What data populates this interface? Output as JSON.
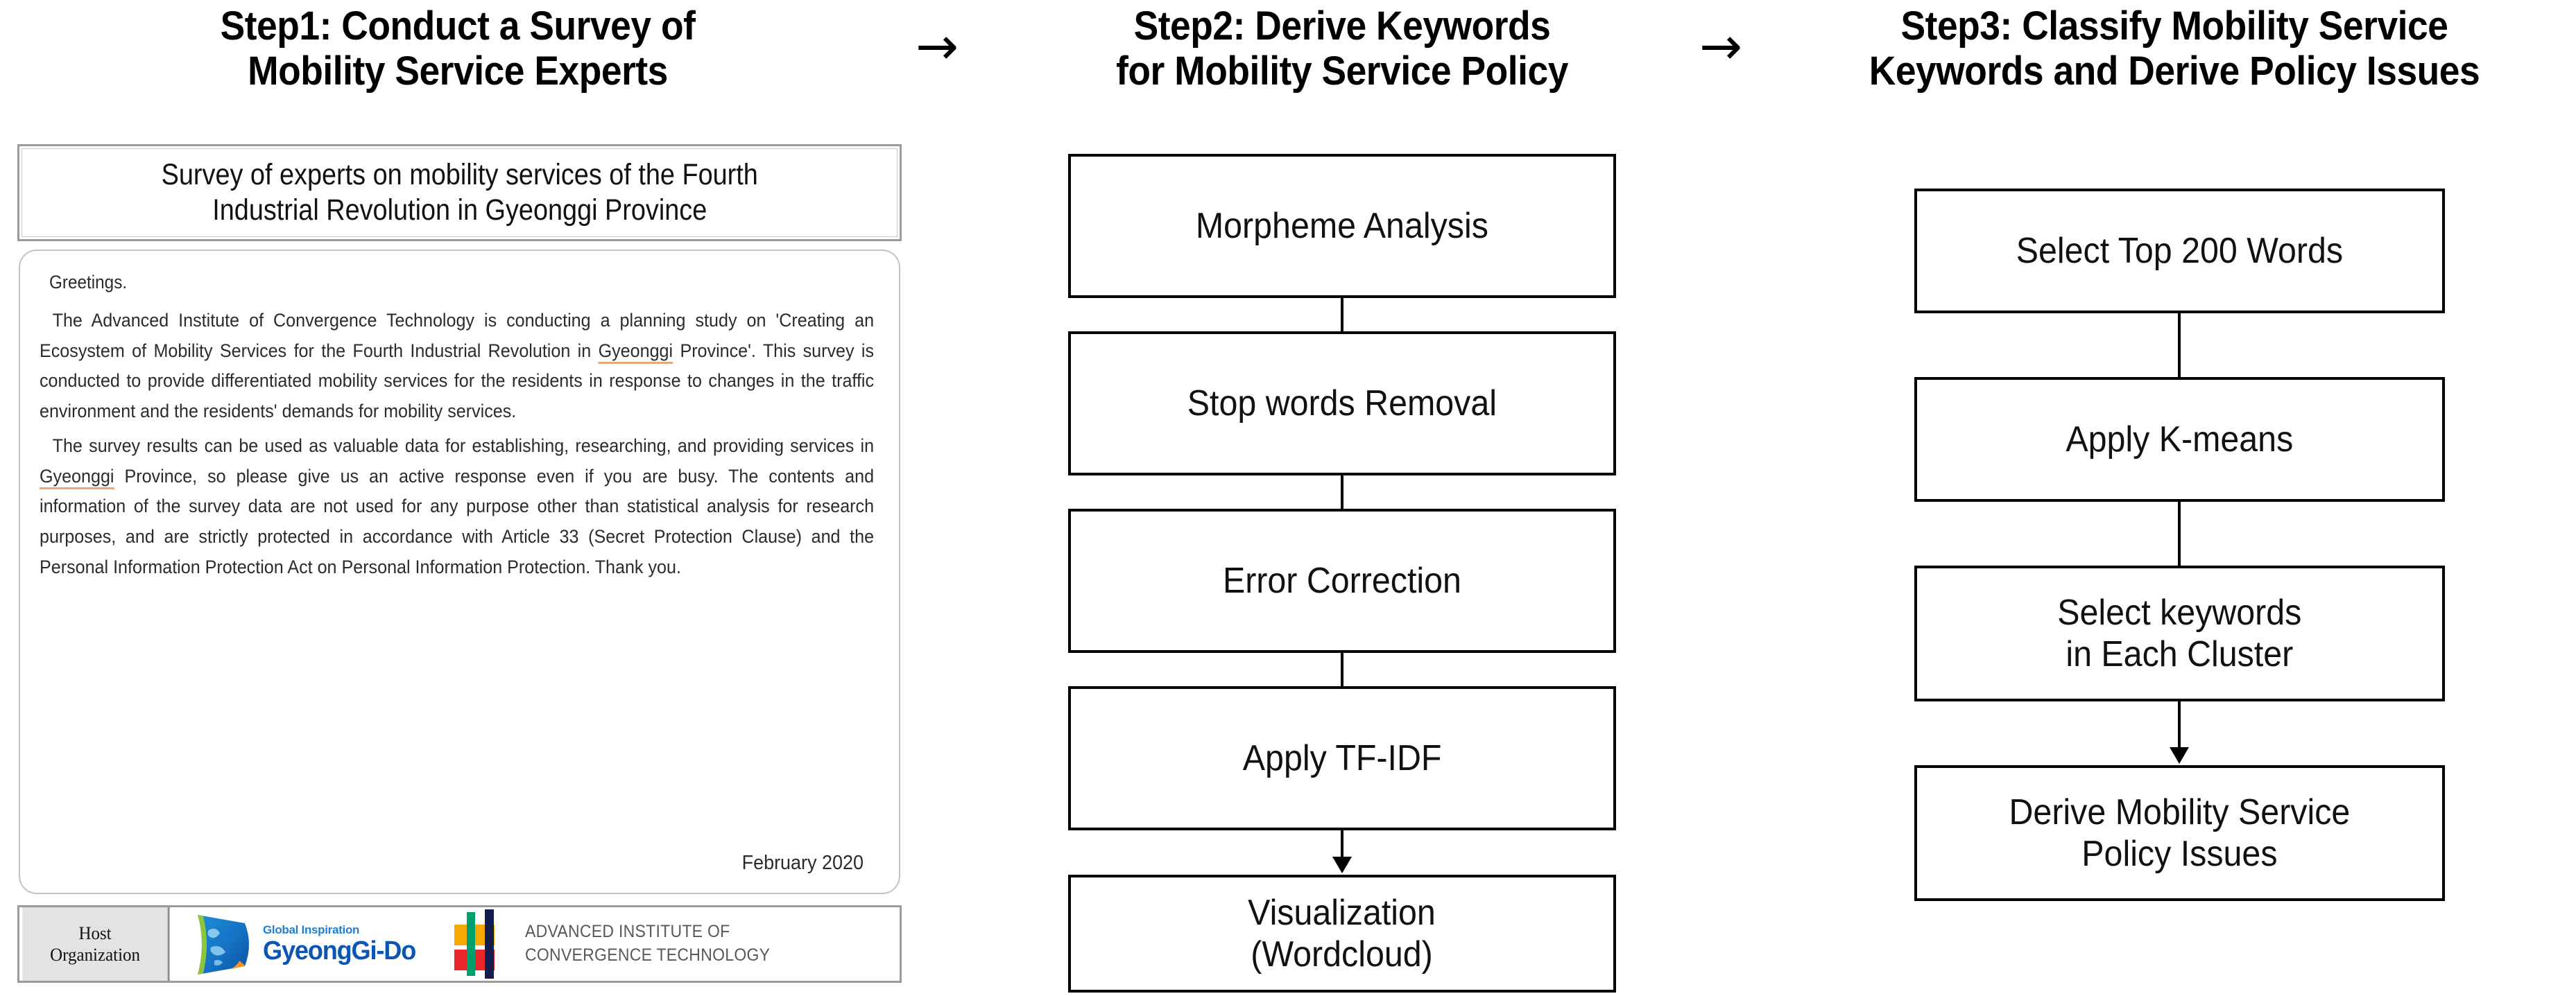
{
  "steps": [
    {
      "id": "step1",
      "heading_lines": [
        "Step1: Conduct a Survey of",
        "Mobility Service Experts"
      ]
    },
    {
      "id": "step2",
      "heading_lines": [
        "Step2: Derive Keywords",
        "for Mobility Service Policy"
      ]
    },
    {
      "id": "step3",
      "heading_lines": [
        "Step3: Classify Mobility Service",
        "Keywords and Derive Policy Issues"
      ]
    }
  ],
  "arrows": {
    "glyph": "→",
    "between_1_2": "→",
    "between_2_3": "→"
  },
  "survey": {
    "title_lines": [
      "Survey of experts on mobility services of the Fourth",
      "Industrial Revolution in Gyeonggi Province"
    ],
    "greeting": "Greetings.",
    "paragraph1_a": "The Advanced Institute of Convergence Technology is conducting a planning study on 'Creating an Ecosystem of Mobility Services for the Fourth Industrial Revolution in ",
    "paragraph1_hl": "Gyeonggi",
    "paragraph1_b": " Province'. This survey is conducted to provide differentiated mobility services for the residents in response to changes in the traffic environment and the residents' demands for mobility services.",
    "paragraph2_a": "The survey results can be used as valuable data for establishing, researching, and providing services in ",
    "paragraph2_hl": "Gyeonggi",
    "paragraph2_b": " Province, so please give us an active response even if you are busy.  The contents and information of the survey data are not used for any purpose other than statistical analysis for research purposes, and are strictly protected in accordance with Article 33 (Secret Protection Clause) and the Personal Information Protection Act on Personal Information Protection. Thank you.",
    "date": "February 2020",
    "footer": {
      "host_label_lines": [
        "Host",
        "Organization"
      ],
      "gyeonggi_logo": {
        "tagline": "Global Inspiration",
        "name": "GyeongGi-Do"
      },
      "aict_logo": {
        "line1": "ADVANCED INSTITUTE OF",
        "line2": "CONVERGENCE TECHNOLOGY"
      }
    }
  },
  "step2_flow": {
    "boxes": [
      {
        "lines": [
          "Morpheme Analysis"
        ]
      },
      {
        "lines": [
          "Stop words Removal"
        ]
      },
      {
        "lines": [
          "Error Correction"
        ]
      },
      {
        "lines": [
          "Apply TF-IDF"
        ]
      },
      {
        "lines": [
          "Visualization",
          "(Wordcloud)"
        ]
      }
    ]
  },
  "step3_flow": {
    "boxes": [
      {
        "lines": [
          "Select Top 200 Words"
        ]
      },
      {
        "lines": [
          "Apply K-means"
        ]
      },
      {
        "lines": [
          "Select keywords",
          "in Each Cluster"
        ]
      },
      {
        "lines": [
          "Derive Mobility Service",
          "Policy Issues"
        ]
      }
    ]
  },
  "colors": {
    "box_border": "#000000",
    "card_border": "#9a9a9a",
    "host_cell_bg": "#e3e3e3",
    "gyeonggi_blue": "#0b55b5",
    "gyeonggi_light_blue": "#1f7fd4",
    "aict_gray": "#585858",
    "aict_green": "#00a06d",
    "aict_navy": "#141b4d",
    "aict_orange": "#f5a800",
    "aict_red": "#e8272c",
    "highlight_underline": "#e8a87c"
  }
}
